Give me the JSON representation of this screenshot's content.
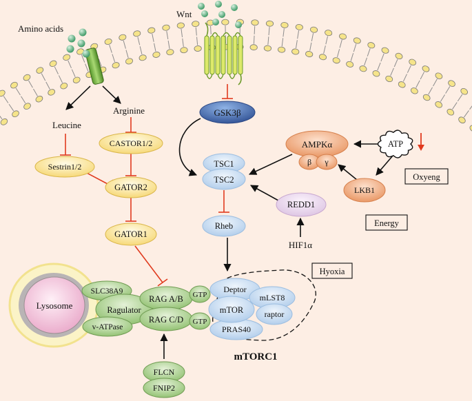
{
  "labels": {
    "amino_acids": "Amino acids",
    "wnt": "Wnt",
    "leucine": "Leucine",
    "arginine": "Arginine",
    "sestrin": "Sestrin1/2",
    "castor": "CASTOR1/2",
    "gator2": "GATOR2",
    "gator1": "GATOR1",
    "gsk3b": "GSK3β",
    "tsc1": "TSC1",
    "tsc2": "TSC2",
    "rheb": "Rheb",
    "redd1": "REDD1",
    "hif1a": "HIF1α",
    "hypoxia": "Hyoxia",
    "ampk_alpha": "AMPKα",
    "ampk_beta": "β",
    "ampk_gamma": "γ",
    "atp": "ATP",
    "lkb1": "LKB1",
    "oxygen": "Oxyeng",
    "energy": "Energy",
    "lysosome": "Lysosome",
    "slc38a9": "SLC38A9",
    "ragulator": "Ragulator",
    "v_atpase": "v-ATPase",
    "rag_ab": "RAG A/B",
    "rag_cd": "RAG C/D",
    "gtp_top": "GTP",
    "gtp_bottom": "GTP",
    "deptor": "Deptor",
    "mlst8": "mLST8",
    "mtor": "mTOR",
    "raptor": "raptor",
    "pras40": "PRAS40",
    "mtorc1": "mTORC1",
    "flcn": "FLCN",
    "fnip2": "FNIP2"
  },
  "colors": {
    "background": "#fdeee4",
    "yellow_node": "#fde79a",
    "blue_node": "#c9def3",
    "green_node": "#a9d08e",
    "orange_node": "#f1a57a",
    "lavender_node": "#ead8ee",
    "gsk_blue": "#3f68ad",
    "inhibit_red": "#e03a1e",
    "membrane_head": "#f6e48a"
  }
}
